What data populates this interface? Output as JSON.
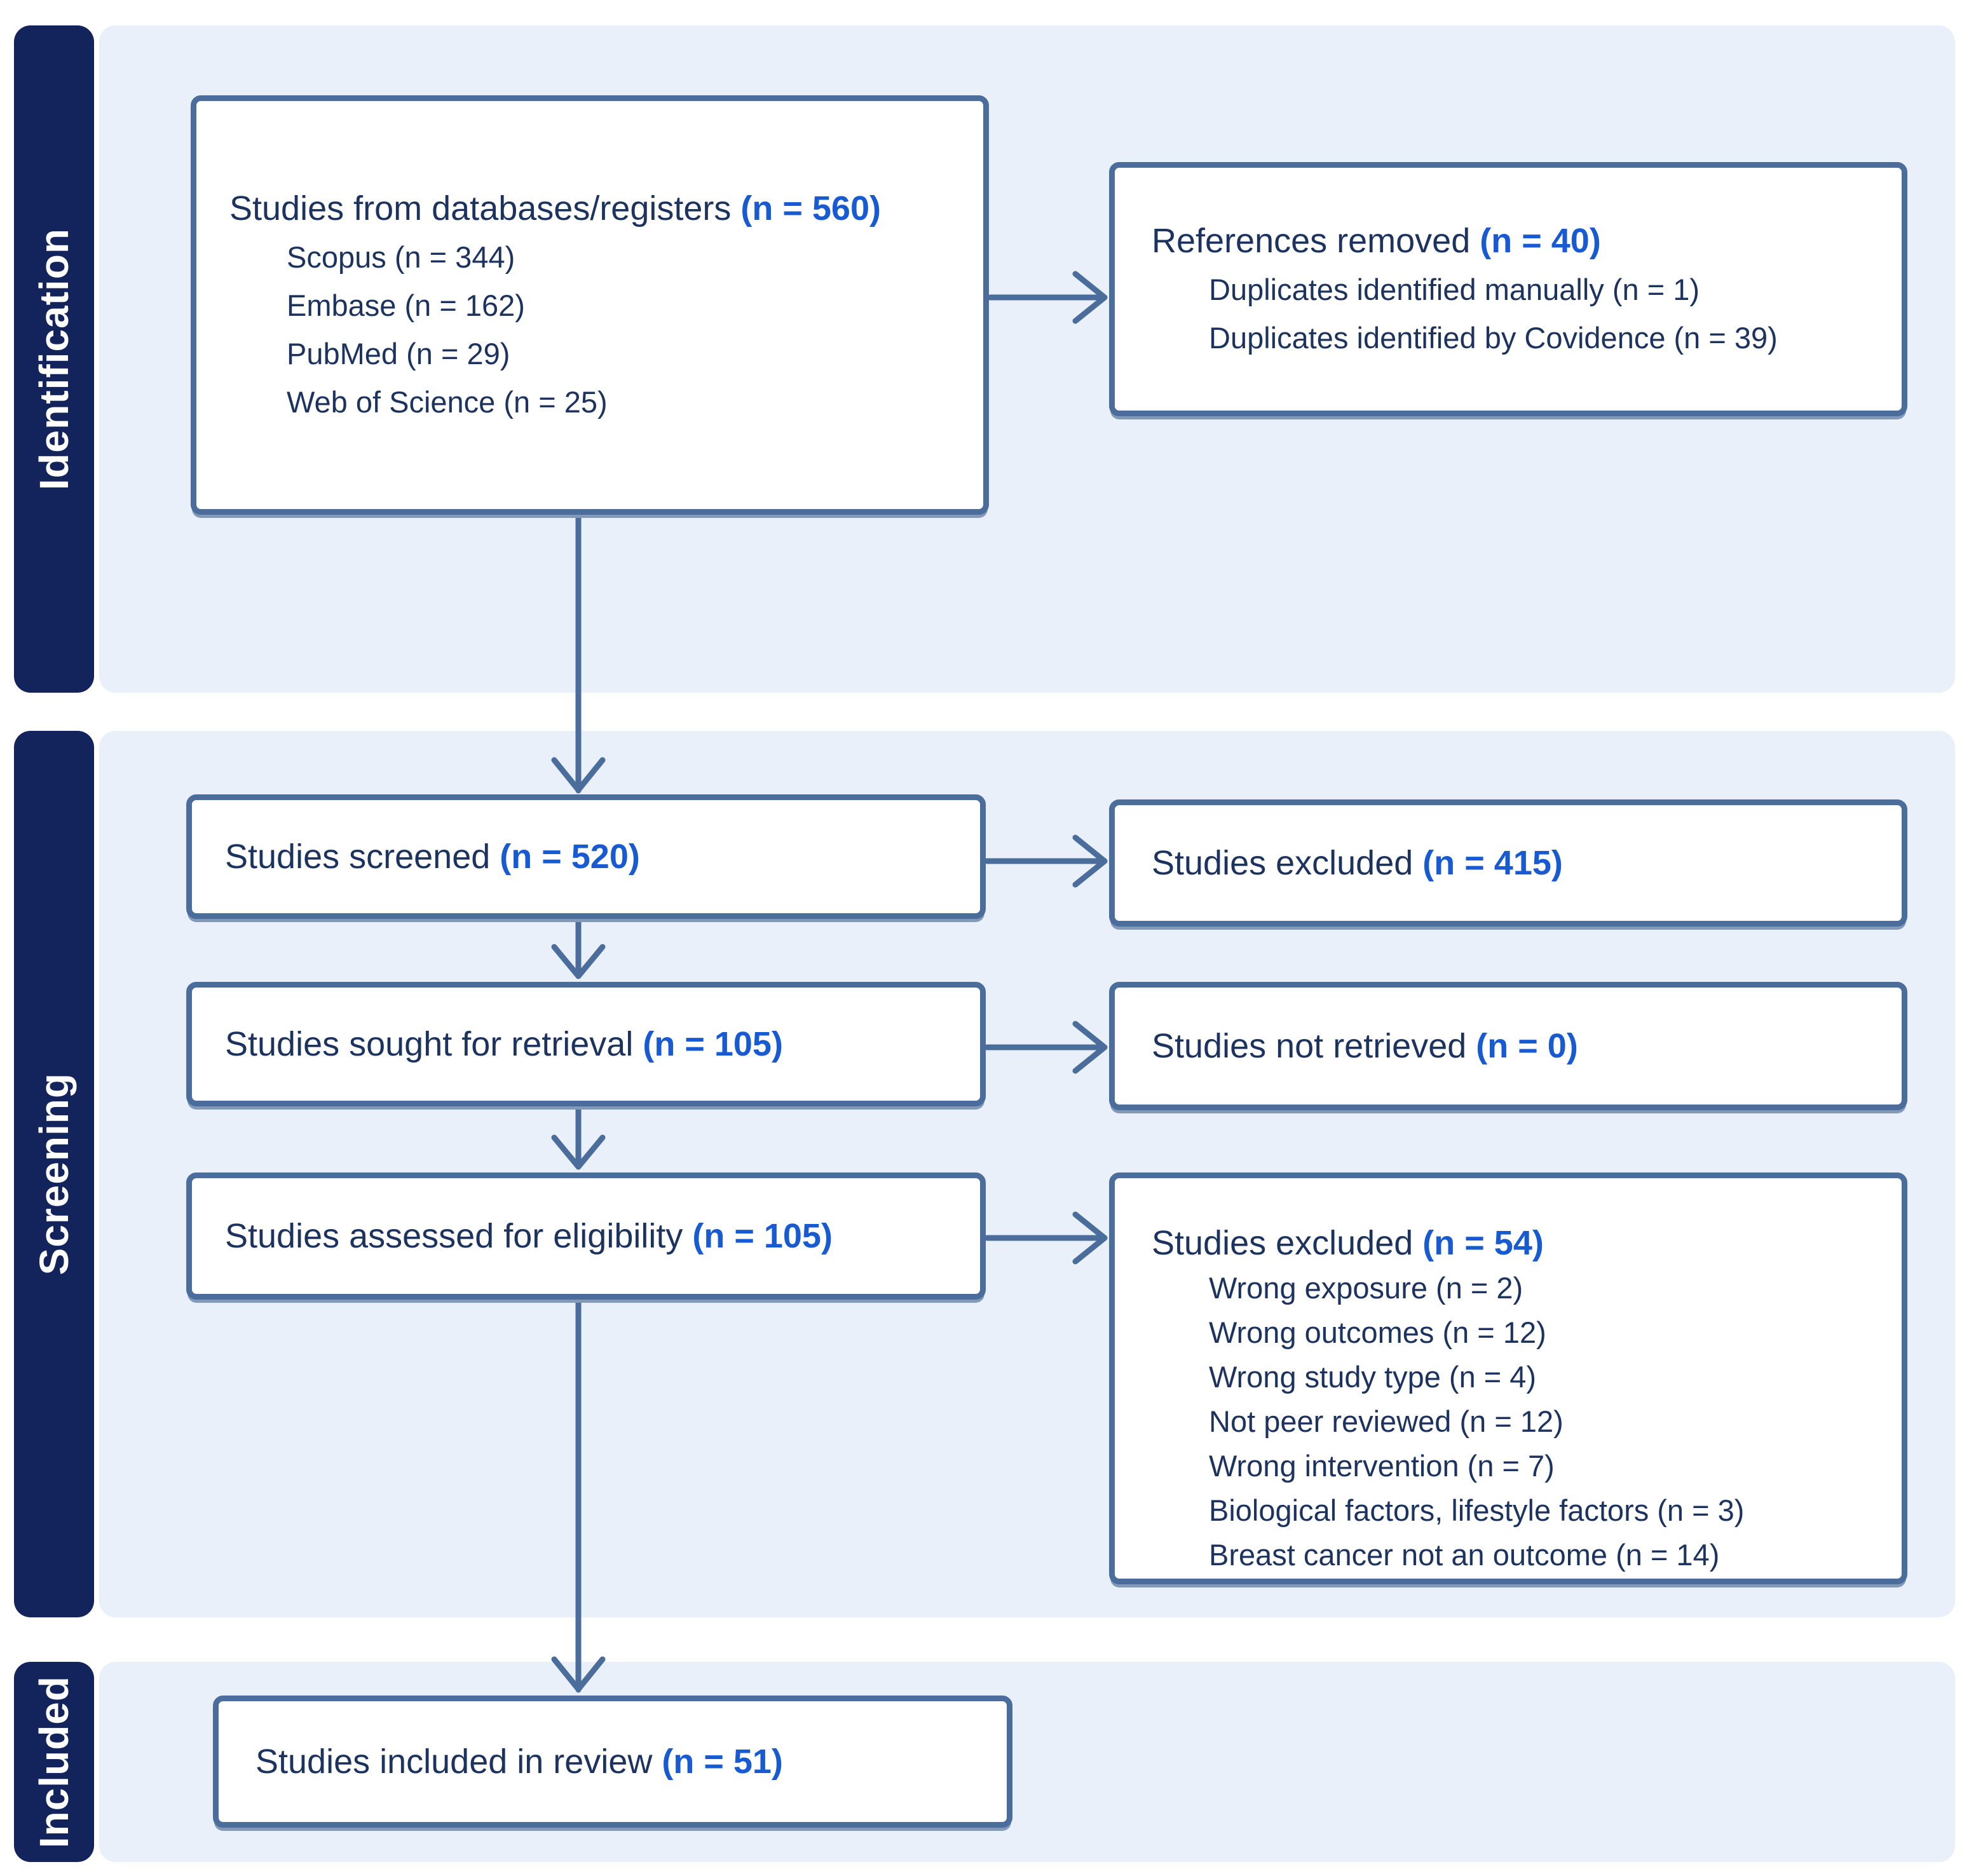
{
  "diagram": {
    "type": "prisma-flow",
    "sections": {
      "identification": "Identification",
      "screening": "Screening",
      "included": "Included"
    },
    "boxes": {
      "databases": {
        "title": "Studies from databases/registers",
        "count": "(n = 560)",
        "items": [
          "Scopus (n = 344)",
          "Embase (n = 162)",
          "PubMed (n = 29)",
          "Web of Science (n = 25)"
        ]
      },
      "references_removed": {
        "title": "References removed",
        "count": "(n = 40)",
        "items": [
          "Duplicates identified manually (n = 1)",
          "Duplicates identified by Covidence (n = 39)"
        ]
      },
      "screened": {
        "title": "Studies screened",
        "count": "(n = 520)"
      },
      "excluded_screening": {
        "title": "Studies excluded",
        "count": "(n = 415)"
      },
      "sought": {
        "title": "Studies sought for retrieval",
        "count": "(n = 105)"
      },
      "not_retrieved": {
        "title": "Studies not retrieved",
        "count": "(n = 0)"
      },
      "assessed": {
        "title": "Studies assessed for eligibility",
        "count": "(n = 105)"
      },
      "excluded_eligibility": {
        "title": "Studies excluded",
        "count": "(n = 54)",
        "items": [
          "Wrong exposure (n = 2)",
          "Wrong outcomes (n = 12)",
          "Wrong study type (n = 4)",
          "Not peer reviewed (n = 12)",
          "Wrong intervention (n = 7)",
          "Biological factors, lifestyle factors (n = 3)",
          "Breast cancer not an outcome (n = 14)"
        ]
      },
      "included_review": {
        "title": "Studies included in review",
        "count": "(n = 51)"
      }
    },
    "colors": {
      "accent_blue": "#185ad2",
      "navy_text": "#1d335f",
      "sidebar_navy": "#13235b",
      "panel_blue": "#e9f0fa",
      "border_slate": "#4a6d9b"
    }
  }
}
